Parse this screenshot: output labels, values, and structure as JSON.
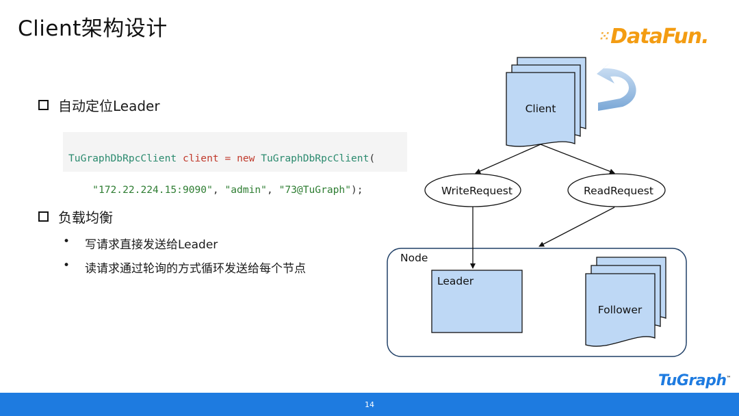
{
  "title": "Client架构设计",
  "logos": {
    "datafun": "DataFun.",
    "tugraph": "TuGraph",
    "tm": "™"
  },
  "section1": {
    "heading": "自动定位Leader"
  },
  "code": {
    "type1": "TuGraphDbRpcClient",
    "var": "client",
    "eq": "=",
    "kw": "new",
    "type2": "TuGraphDbRpcClient",
    "open": "(",
    "arg1": "\"172.22.224.15:9090\"",
    "arg2": "\"admin\"",
    "arg3": "\"73@TuGraph\"",
    "close": ");"
  },
  "section2": {
    "heading": "负载均衡",
    "bullets": [
      "写请求直接发送给Leader",
      "读请求通过轮询的方式循环发送给每个节点"
    ]
  },
  "diagram": {
    "client_label": "Client",
    "write_label": "WriteRequest",
    "read_label": "ReadRequest",
    "node_label": "Node",
    "leader_label": "Leader",
    "follower_label": "Follower"
  },
  "colors": {
    "doc_fill": "#bed8f5",
    "accent_blue": "#1e7be0",
    "datafun_orange": "#f39c12"
  },
  "page_number": "14"
}
